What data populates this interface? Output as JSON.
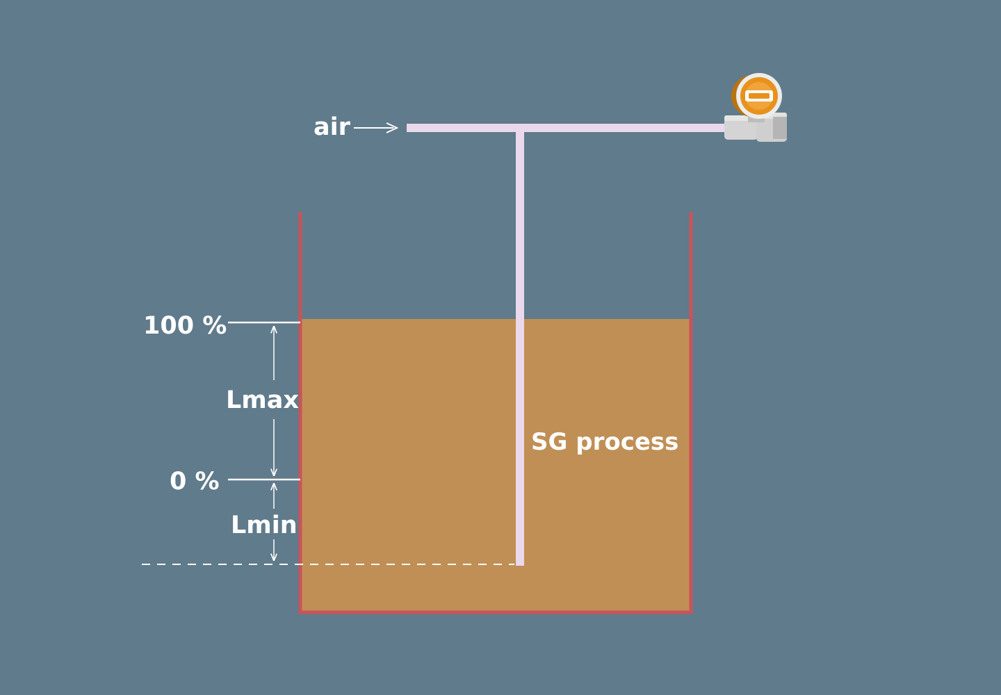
{
  "labels": {
    "air": "air",
    "level_100": "100 %",
    "level_0": "0 %",
    "lmax": "Lmax",
    "lmin": "Lmin",
    "process": "SG process"
  },
  "colors": {
    "background": "#607b8b",
    "liquid": "#c08f56",
    "tank_wall": "#c8545a",
    "pipe": "#ead9ec",
    "annotation": "#ffffff",
    "transmitter_accent": "#e8911c",
    "transmitter_body": "#cdcdcd"
  },
  "icons": {
    "transmitter": "pressure-transmitter-icon",
    "air_arrow": "arrow-right-icon"
  }
}
